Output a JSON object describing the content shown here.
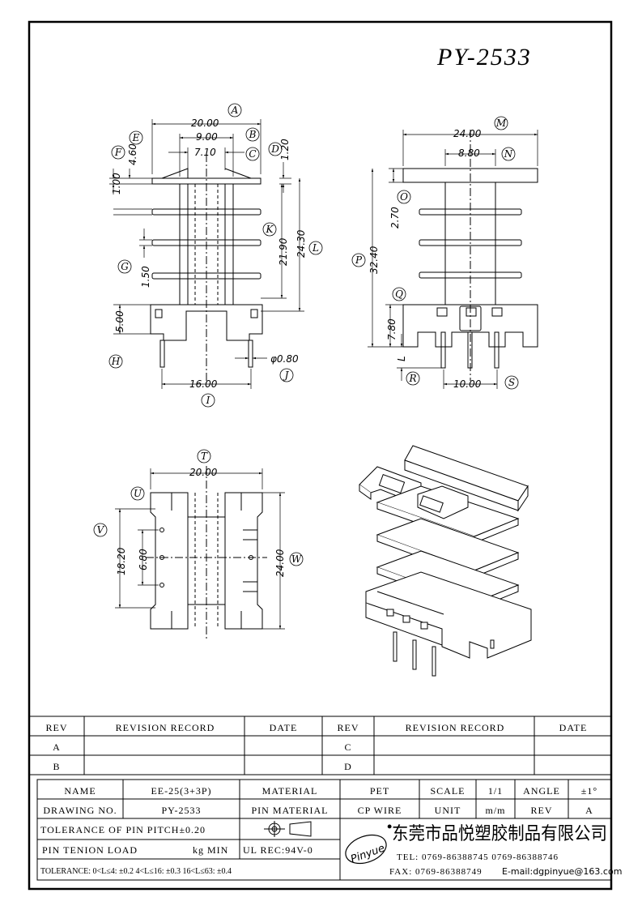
{
  "title": "PY-2533",
  "front_view": {
    "dims": {
      "A": "20.00",
      "B": "9.00",
      "C": "7.10",
      "D": "1.20",
      "E": "4.60",
      "F": "1.00",
      "G": "1.50",
      "H": "5.00",
      "I": "16.00",
      "J": "φ0.80",
      "K": "21.90",
      "L": "24.30"
    },
    "labels": [
      "A",
      "B",
      "C",
      "D",
      "E",
      "F",
      "G",
      "H",
      "I",
      "J",
      "K",
      "L"
    ]
  },
  "side_view": {
    "dims": {
      "M": "24.00",
      "N": "8.80",
      "O": "2.70",
      "P": "32.40",
      "Q": "7.80",
      "L": "L",
      "S": "10.00"
    },
    "labels": [
      "M",
      "N",
      "O",
      "P",
      "Q",
      "R",
      "S"
    ]
  },
  "top_view": {
    "dims": {
      "T": "20.00",
      "V": "18.20",
      "X": "6.80",
      "W": "24.00"
    },
    "labels": [
      "T",
      "U",
      "V",
      "W"
    ]
  },
  "revision_table": {
    "headers": [
      "REV",
      "REVISION RECORD",
      "DATE",
      "REV",
      "REVISION RECORD",
      "DATE"
    ],
    "rows": [
      [
        "A",
        "",
        "",
        "C",
        "",
        ""
      ],
      [
        "B",
        "",
        "",
        "D",
        "",
        ""
      ]
    ]
  },
  "title_block": {
    "name_label": "NAME",
    "name_value": "EE-25(3+3P)",
    "material_label": "MATERIAL",
    "material_value": "PET",
    "scale_label": "SCALE",
    "scale_value": "1/1",
    "angle_label": "ANGLE",
    "angle_value": "±1°",
    "drawing_no_label": "DRAWING NO.",
    "drawing_no_value": "PY-2533",
    "pin_material_label": "PIN MATERIAL",
    "pin_material_value": "CP WIRE",
    "unit_label": "UNIT",
    "unit_value": "m/m",
    "rev_label": "REV",
    "rev_value": "A",
    "tolerance_pitch": "TOLERANCE OF PIN PITCH±0.20",
    "pin_tension_label": "PIN TENION LOAD",
    "pin_tension_value": "kg MIN",
    "ul_rec": "UL REC:94V-0",
    "tolerance_line": "TOLERANCE: 0<L≤4: ±0.2   4<L≤16: ±0.3   16<L≤63: ±0.4",
    "logo_text": "Pinyue",
    "company": "东莞市品悦塑胶制品有限公司",
    "tel": "TEL: 0769-86388745    0769-86388746",
    "fax": "FAX: 0769-86388749",
    "email": "E-mail:dgpinyue@163.com"
  }
}
